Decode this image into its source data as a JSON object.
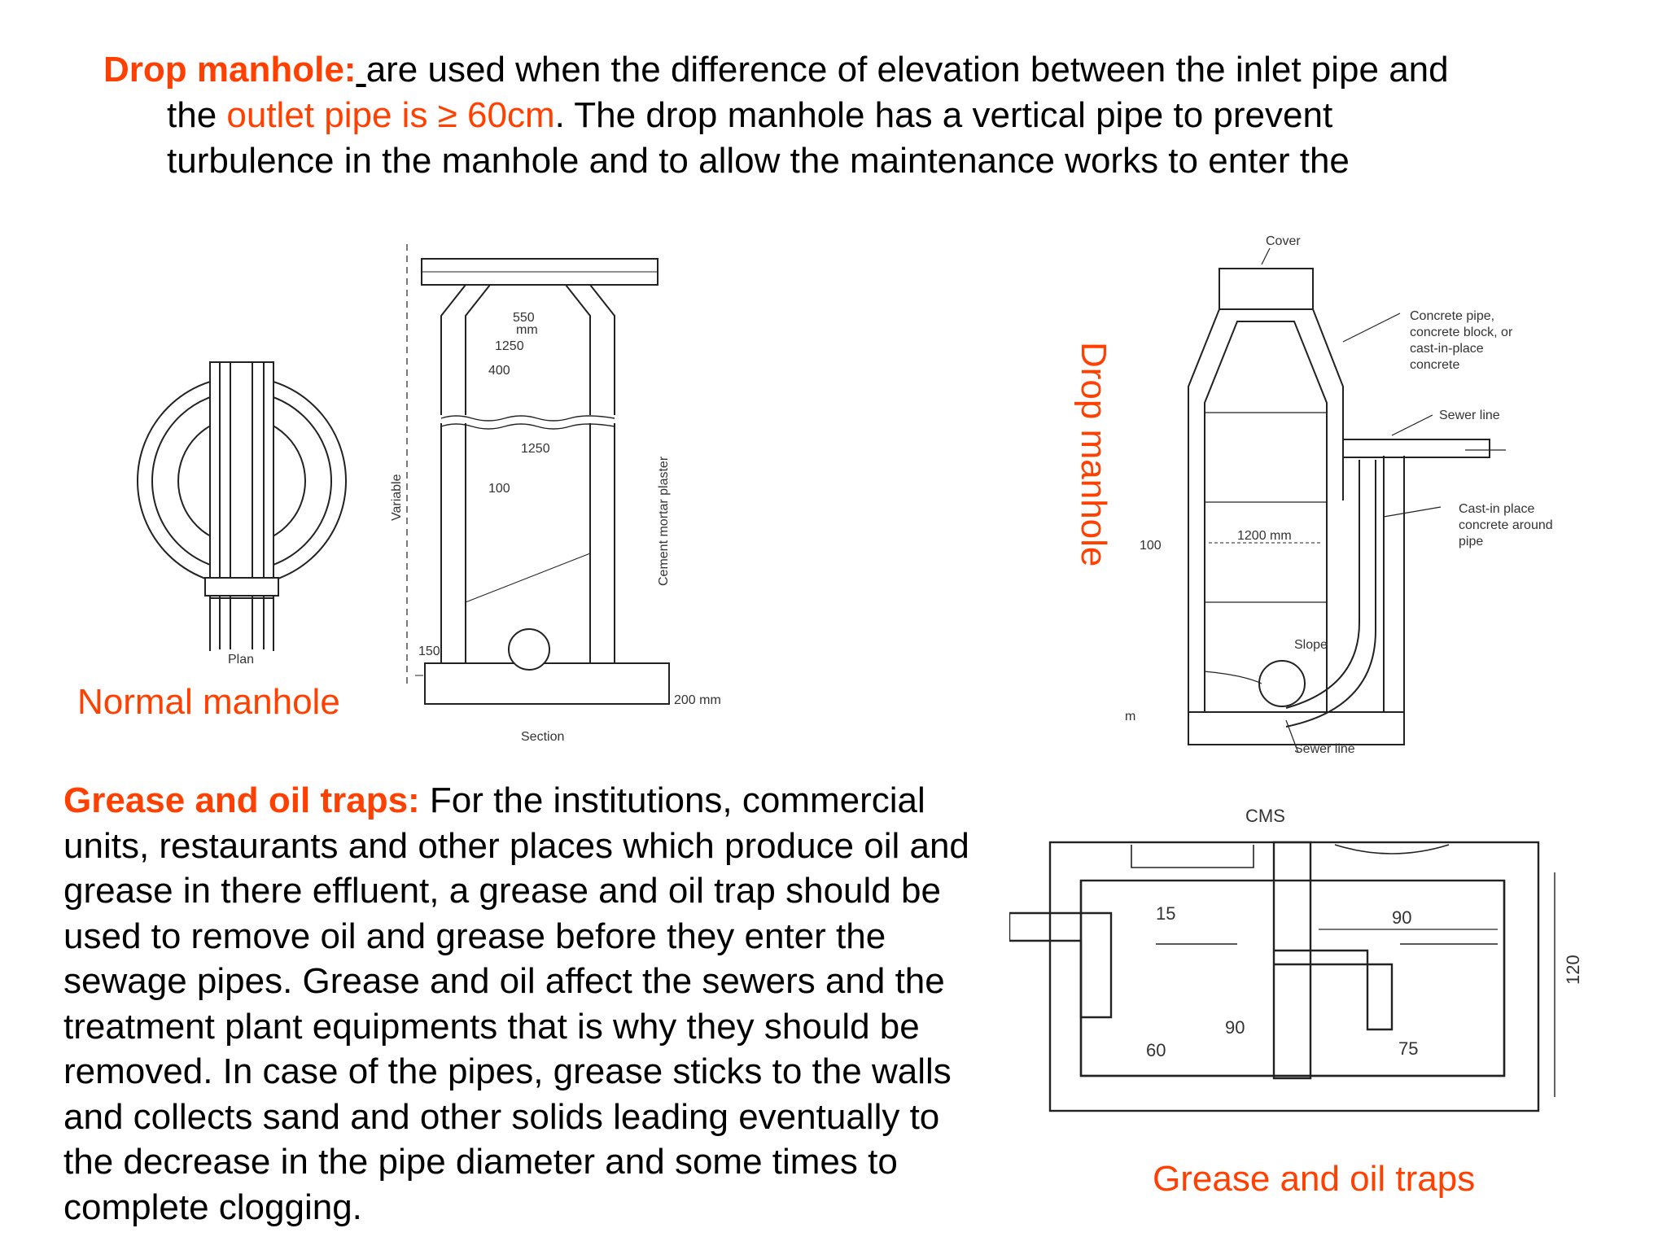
{
  "intro": {
    "title": "Drop manhole:",
    "gap": " ",
    "text1": "are used when the difference of elevation between the inlet pipe and",
    "text2_pre": "the ",
    "text2_highlight": "outlet pipe is ≥ 60cm",
    "text2_post": ". The drop manhole has a vertical pipe to prevent",
    "text3": "turbulence in the manhole and to allow the maintenance works to enter the"
  },
  "grease": {
    "title": "Grease and oil traps:",
    "body": " For the institutions, commercial units, restaurants and other places which produce oil and grease in there effluent, a grease and oil trap should be used to remove oil and grease before they enter the sewage pipes. Grease and oil affect the sewers and the treatment plant equipments that is why they should be removed. In case of the pipes, grease sticks to the walls and collects sand and other solids leading eventually to the decrease in the pipe diameter and some times to complete clogging."
  },
  "captions": {
    "normal": "Normal manhole",
    "drop": "Drop manhole",
    "grease": "Grease and oil traps"
  },
  "normal_drawing": {
    "plan": "Plan",
    "section": "Section",
    "dim_550": "550",
    "dim_mm": "mm",
    "dim_1250_top": "1250",
    "dim_400": "400",
    "dim_1250_mid": "1250",
    "dim_100": "100",
    "dim_150": "150",
    "dim_200": "200 mm",
    "variable": "Variable",
    "plaster": "Cement mortar plaster"
  },
  "drop_drawing": {
    "cover": "Cover",
    "concrete_1": "Concrete pipe,",
    "concrete_2": "concrete block, or",
    "concrete_3": "cast-in-place",
    "concrete_4": "concrete",
    "sewer_line_top": "Sewer line",
    "cast_1": "Cast-in place",
    "cast_2": "concrete around",
    "cast_3": "pipe",
    "width": "1200 mm",
    "dim_100": "100",
    "slope": "Slope",
    "sewer_line_bottom": "Sewer line",
    "m": "m"
  },
  "trap_drawing": {
    "title": "CMS",
    "d15": "15",
    "d90_top": "90",
    "d90_mid": "90",
    "d60": "60",
    "d75": "75",
    "d120": "120"
  }
}
